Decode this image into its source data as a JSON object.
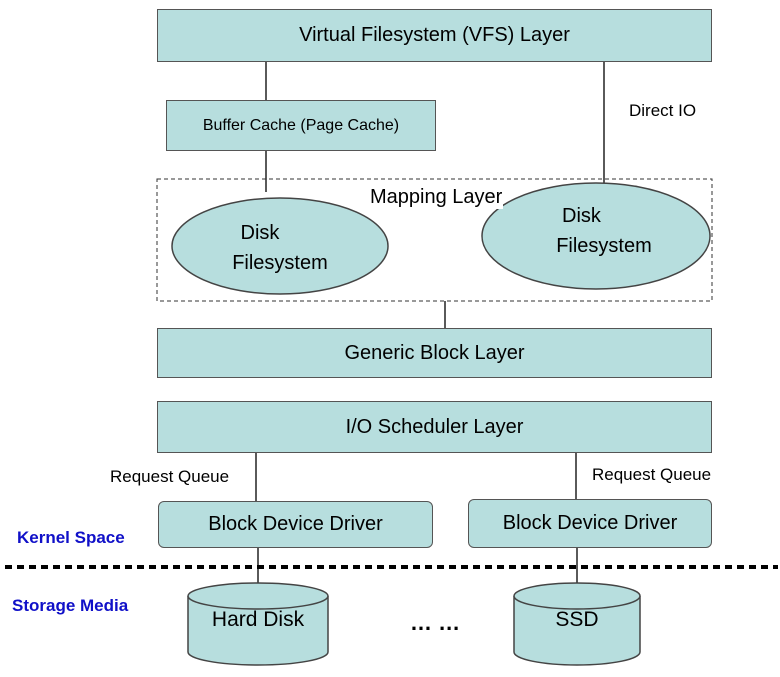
{
  "vfs": "Virtual Filesystem (VFS) Layer",
  "buffer_cache": "Buffer Cache (Page Cache)",
  "direct_io": "Direct IO",
  "mapping_layer": "Mapping Layer",
  "disk_fs_left": {
    "line1": "Disk",
    "line2": "Filesystem"
  },
  "disk_fs_right": {
    "line1": "Disk",
    "line2": "Filesystem"
  },
  "generic_block": "Generic Block Layer",
  "io_scheduler": "I/O Scheduler Layer",
  "request_queue_left": "Request Queue",
  "request_queue_right": "Request Queue",
  "driver_left": "Block Device Driver",
  "driver_right": "Block Device Driver",
  "kernel_space": "Kernel Space",
  "storage_media": "Storage Media",
  "hard_disk": "Hard Disk",
  "ellipsis": "… …",
  "ssd": "SSD",
  "colors": {
    "fill": "#b7dede",
    "outline": "#555555",
    "side_label": "#1010c8"
  }
}
